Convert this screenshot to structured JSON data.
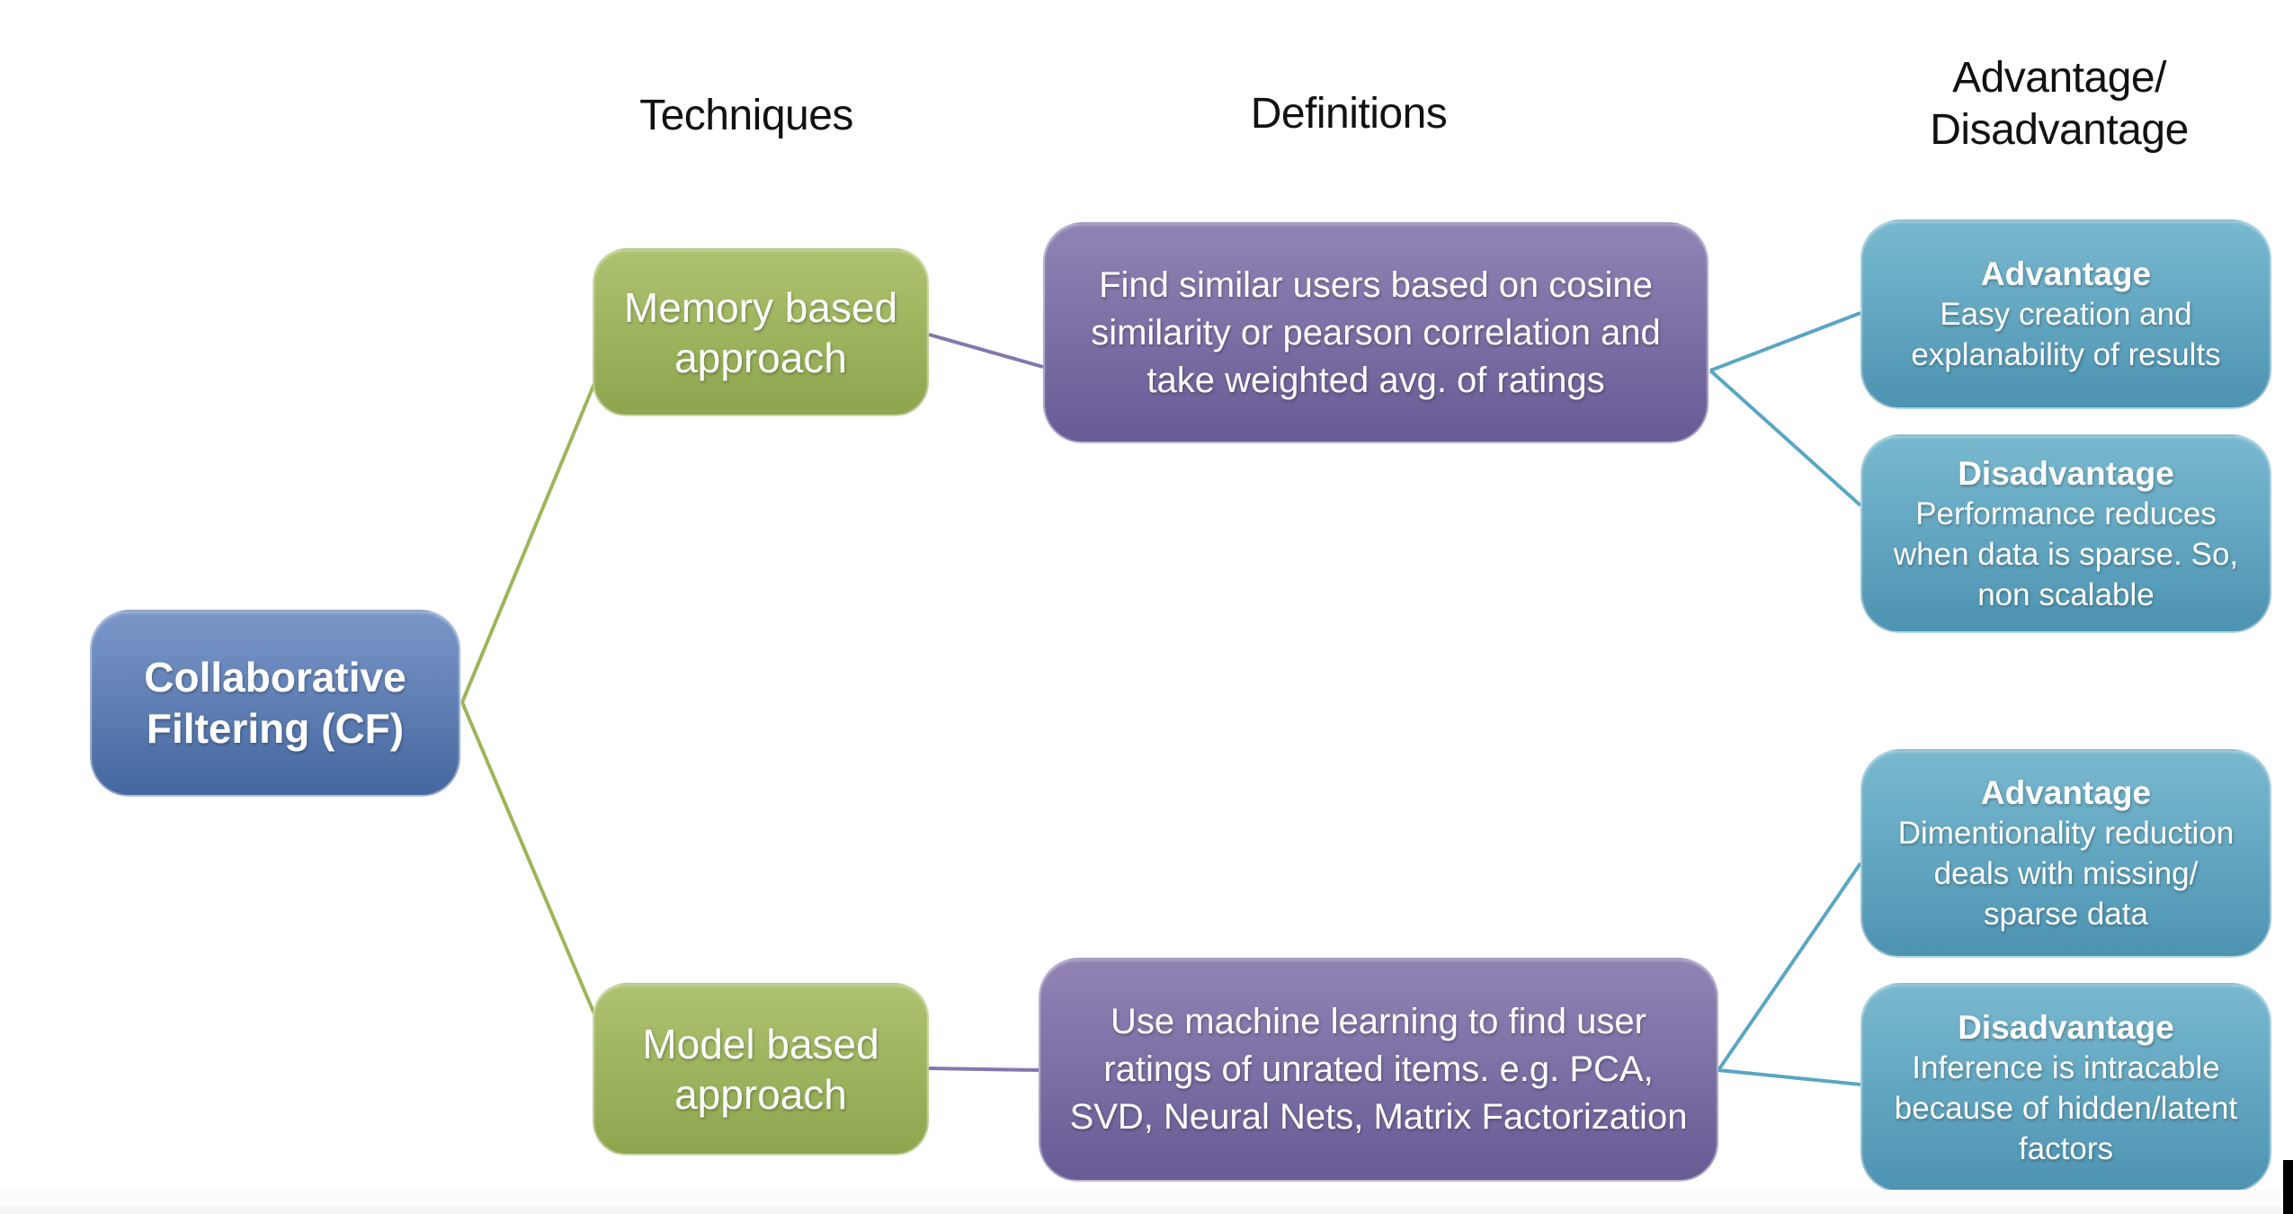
{
  "headers": {
    "techniques": "Techniques",
    "definitions": "Definitions",
    "advantage_line1": "Advantage/",
    "advantage_line2": "Disadvantage"
  },
  "nodes": {
    "root": {
      "label": "Collaborative Filtering (CF)"
    },
    "memory": {
      "label": "Memory based approach"
    },
    "memory_definition": {
      "text": "Find similar users based on cosine similarity or pearson correlation and take weighted avg. of ratings"
    },
    "memory_advantage": {
      "title": "Advantage",
      "text": "Easy creation and explanability of results"
    },
    "memory_disadvantage": {
      "title": "Disadvantage",
      "text": "Performance reduces when data is sparse. So, non scalable"
    },
    "model": {
      "label": "Model based approach"
    },
    "model_definition": {
      "text": "Use machine learning to find user ratings of unrated items. e.g. PCA, SVD, Neural Nets, Matrix Factorization"
    },
    "model_advantage": {
      "title": "Advantage",
      "text": "Dimentionality reduction deals with missing/ sparse data"
    },
    "model_disadvantage": {
      "title": "Disadvantage",
      "text": "Inference is intracable because of hidden/latent factors"
    }
  },
  "colors": {
    "background": "#ffffff",
    "header_text": "#111111",
    "box_text": "#ffffff",
    "root_top": "#7b97c9",
    "root_bottom": "#44679f",
    "technique_top": "#adc26f",
    "technique_bottom": "#8da64e",
    "definition_top": "#9083b4",
    "definition_bottom": "#685b95",
    "outcome_top": "#79b9cf",
    "outcome_bottom": "#4d93b2",
    "connector_green": "#9cb55a",
    "connector_purple": "#8477ae",
    "connector_teal": "#5aa6c3"
  }
}
